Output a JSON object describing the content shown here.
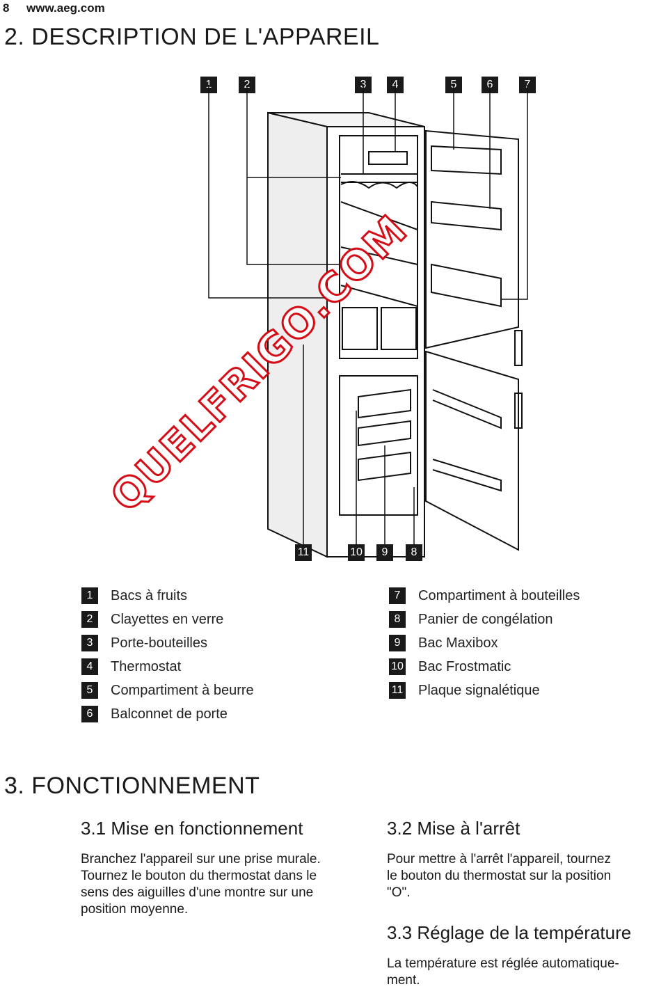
{
  "header": {
    "page_number": "8",
    "site_url": "www.aeg.com"
  },
  "section2": {
    "title": "2. DESCRIPTION DE L'APPAREIL"
  },
  "figure": {
    "top_callouts": [
      "1",
      "2",
      "3",
      "4",
      "5",
      "6",
      "7"
    ],
    "bottom_callouts": [
      "11",
      "10",
      "9",
      "8"
    ],
    "watermark": "QUELFRIGO.COM"
  },
  "legend_left": [
    {
      "num": "1",
      "label": "Bacs à fruits"
    },
    {
      "num": "2",
      "label": "Clayettes en verre"
    },
    {
      "num": "3",
      "label": "Porte-bouteilles"
    },
    {
      "num": "4",
      "label": "Thermostat"
    },
    {
      "num": "5",
      "label": "Compartiment à beurre"
    },
    {
      "num": "6",
      "label": "Balconnet de porte"
    }
  ],
  "legend_right": [
    {
      "num": "7",
      "label": "Compartiment à bouteilles"
    },
    {
      "num": "8",
      "label": "Panier de congélation"
    },
    {
      "num": "9",
      "label": "Bac Maxibox"
    },
    {
      "num": "10",
      "label": "Bac Frostmatic"
    },
    {
      "num": "11",
      "label": "Plaque signalétique"
    }
  ],
  "section3": {
    "title": "3. FONCTIONNEMENT",
    "s31": {
      "title": "3.1 Mise en fonctionnement",
      "lines": [
        "Branchez l'appareil sur une prise murale.",
        "Tournez le bouton du thermostat dans le",
        "sens des aiguilles d'une montre sur une",
        "position moyenne."
      ]
    },
    "s32": {
      "title": "3.2 Mise à l'arrêt",
      "lines": [
        "Pour mettre à l'arrêt l'appareil, tournez",
        "le bouton du thermostat sur la position",
        "\"O\"."
      ]
    },
    "s33": {
      "title": "3.3 Réglage de la température",
      "lines": [
        "La température est réglée automatique-",
        "ment."
      ]
    }
  }
}
